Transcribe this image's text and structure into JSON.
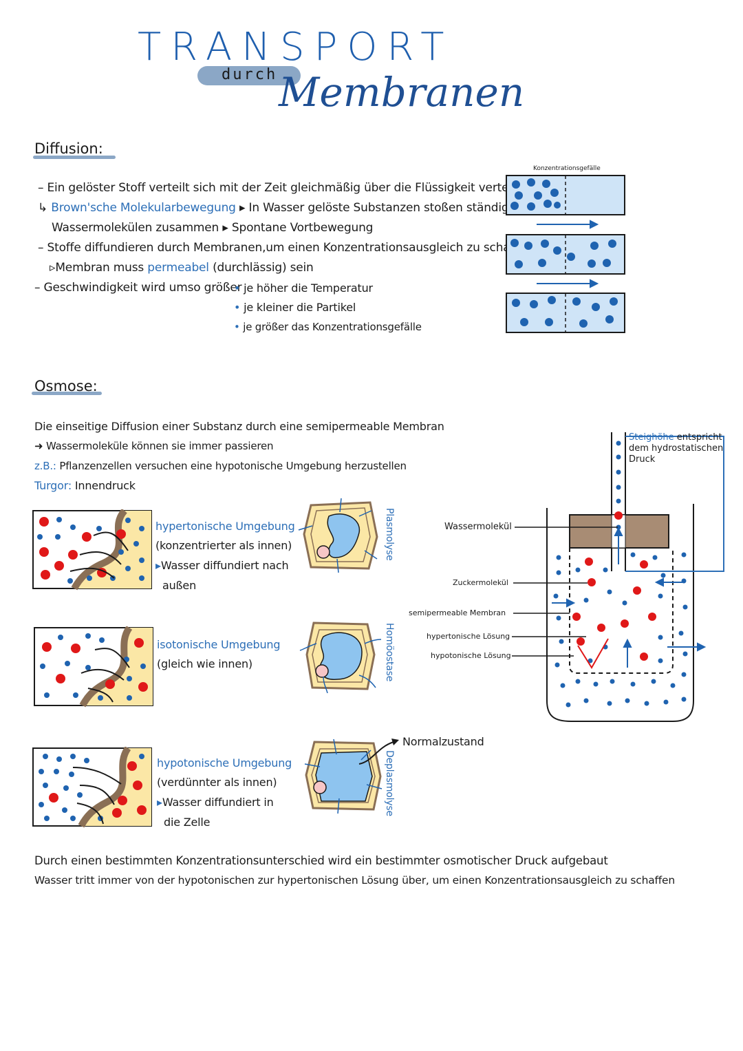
{
  "header": {
    "title": "TRANSPORT",
    "durch": "durch",
    "script_title": "Membranen"
  },
  "diffusion": {
    "heading": "Diffusion:",
    "gradient_label": "Konzentrationsgefälle",
    "line1": "Ein gelöster Stoff verteilt sich mit der Zeit gleichmäßig über die Flüssigkeit verteilt",
    "brown_label": "Brown'sche Molekularbewegung",
    "line2_rest": "In Wasser gelöste Substanzen stoßen ständig mit",
    "line3": "Wassermolekülen zusammen",
    "line3_rest": "Spontane Vortbewegung",
    "line4": "Stoffe diffundieren durch Membranen,um einen Konzentrationsausgleich zu schaffen",
    "line5_a": "Membran muss",
    "line5_b": "permeabel",
    "line5_c": "(durchlässig) sein",
    "line6": "Geschwindigkeit wird umso größer",
    "bullet1": "je höher die Temperatur",
    "bullet2": "je kleiner die Partikel",
    "bullet3": "je größer das Konzentrationsgefälle"
  },
  "osmose": {
    "heading": "Osmose:",
    "line1": "Die einseitige Diffusion einer Substanz durch eine semipermeable Membran",
    "line2": "Wassermoleküle können sie immer passieren",
    "zb_label": "z.B.:",
    "line3": "Pflanzenzellen versuchen eine hypotonische Umgebung herzustellen",
    "turgor_label": "Turgor:",
    "turgor_text": "Innendruck",
    "hyper_title": "hypertonische Umgebung",
    "hyper_l2": "(konzentrierter als innen)",
    "hyper_l3": "Wasser diffundiert nach",
    "hyper_l4": "außen",
    "plasmolyse": "Plasmolyse",
    "iso_title": "isotonische Umgebung",
    "iso_l2": "(gleich wie innen)",
    "homoostase": "Homöostase",
    "hypo_title": "hypotonische Umgebung",
    "hypo_l2": "(verdünnter als innen)",
    "hypo_l3": "Wasser diffundiert in",
    "hypo_l4": "die Zelle",
    "deplasmolyse": "Deplasmolyse",
    "normalzustand": "Normalzustand",
    "steighoehe_label": "Steighöhe",
    "steighoehe_rest1": "entspricht",
    "steighoehe_rest2": "dem hydrostatischen",
    "steighoehe_rest3": "Druck",
    "lbl_wasser": "Wassermolekül",
    "lbl_zucker": "Zuckermolekül",
    "lbl_membran": "semipermeable Membran",
    "lbl_hyper": "hypertonische Lösung",
    "lbl_hypo": "hypotonische Lösung"
  },
  "footer": {
    "line1": "Durch einen bestimmten Konzentrationsunterschied wird ein bestimmter osmotischer Druck aufgebaut",
    "line2": "Wasser tritt immer von der hypotonischen zur hypertonischen Lösung über, um einen Konzentrationsausgleich zu schaffen"
  },
  "colors": {
    "accent_blue": "#2d6fb7",
    "title_blue": "#1f5fae",
    "pill": "#8ba7c6",
    "water": "#cfe4f7",
    "sugar_red": "#e01818",
    "cell_yellow": "#fbe7a6"
  }
}
